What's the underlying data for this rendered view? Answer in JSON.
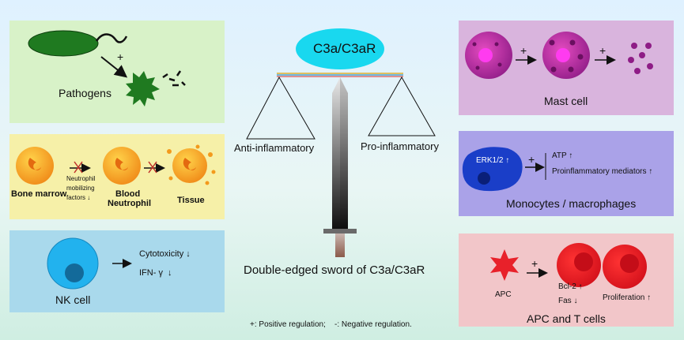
{
  "center": {
    "top_label": "C3a/C3aR",
    "left_label": "Anti-inflammatory",
    "right_label": "Pro-inflammatory",
    "caption": "Double-edged sword of C3a/C3aR",
    "legend": "+: Positive regulation;    -: Negative regulation."
  },
  "pathogens": {
    "plus": "+",
    "title": "Pathogens"
  },
  "neutrophil": {
    "label_bone": "Bone marrow",
    "mobilizing": [
      "Neutrophil",
      "mobilizing",
      "factors ↓"
    ],
    "label_blood": [
      "Blood",
      "Neutrophil"
    ],
    "label_tissue": "Tissue"
  },
  "nk": {
    "cytotoxicity": "Cytotoxicity ↓",
    "ifn": "IFN- γ  ↓",
    "title": "NK cell"
  },
  "mast": {
    "plus1": "+",
    "plus2": "+",
    "title": "Mast cell"
  },
  "mono": {
    "erk": "ERK1/2 ↑",
    "plus": "+",
    "atp": "ATP ↑",
    "mediators": "Proinflammatory mediators ↑",
    "title": "Monocytes / macrophages"
  },
  "apc": {
    "plus": "+",
    "apc_label": "APC",
    "bcl": "Bcl-2 ↑",
    "fas": "Fas ↓",
    "proliferation": "Proliferation ↑",
    "title": "APC and T cells"
  },
  "colors": {
    "pathogen_panel": "#d8f2c8",
    "neutrophil_panel": "#f6f0a8",
    "nk_panel": "#a9d9ec",
    "mast_panel": "#d9b4dd",
    "mono_panel": "#aaa2e8",
    "apc_panel": "#f2c6c9",
    "c3a_ellipse": "#19d8ef",
    "pathogen_green": "#1f7a20",
    "neutrophil_orange": "#f39a1c",
    "mast_magenta": "#c62c9d",
    "mono_blue": "#1a3ec8",
    "nk_blue": "#22b2ee",
    "apc_red": "#e8212a"
  }
}
